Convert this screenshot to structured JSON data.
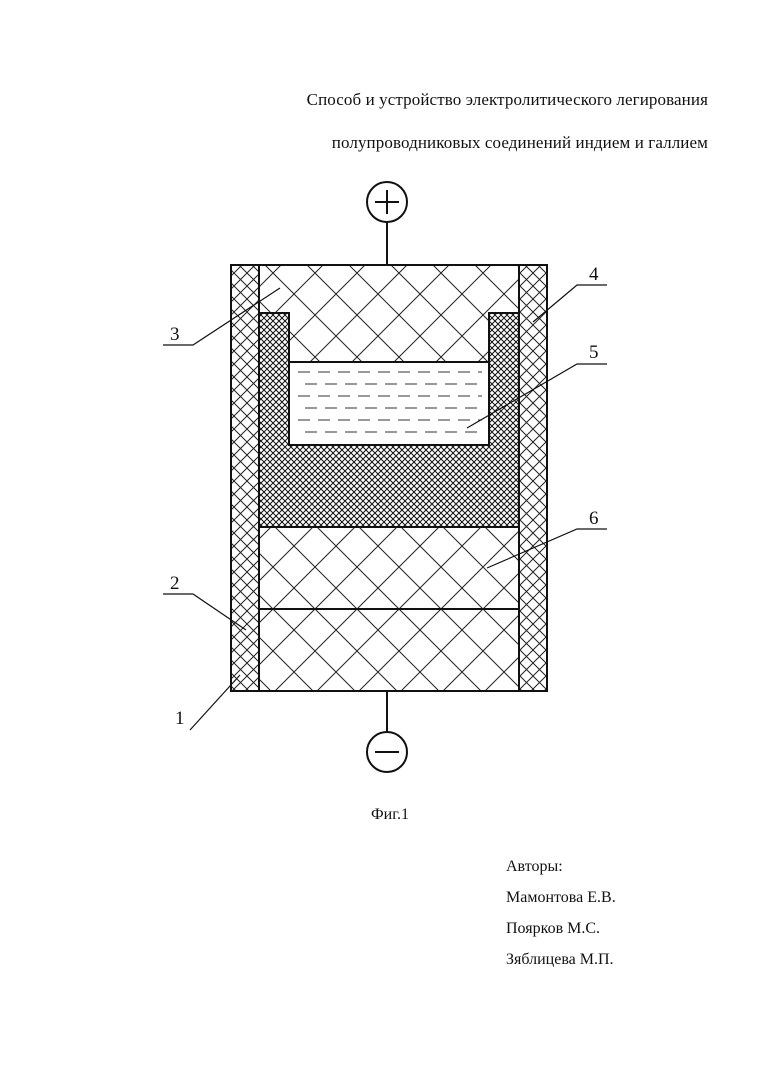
{
  "title": {
    "line1": "Способ и устройство электролитического легирования",
    "line2": "полупроводниковых соединений индием и галлием"
  },
  "figure": {
    "terminal_top": "+",
    "terminal_bottom": "−",
    "labels": [
      "1",
      "2",
      "3",
      "4",
      "5",
      "6"
    ],
    "caption": "Фиг.1"
  },
  "authors": {
    "heading": "Авторы:",
    "names": [
      "Мамонтова Е.В.",
      "Поярков М.С.",
      "Зяблицева М.П."
    ]
  }
}
